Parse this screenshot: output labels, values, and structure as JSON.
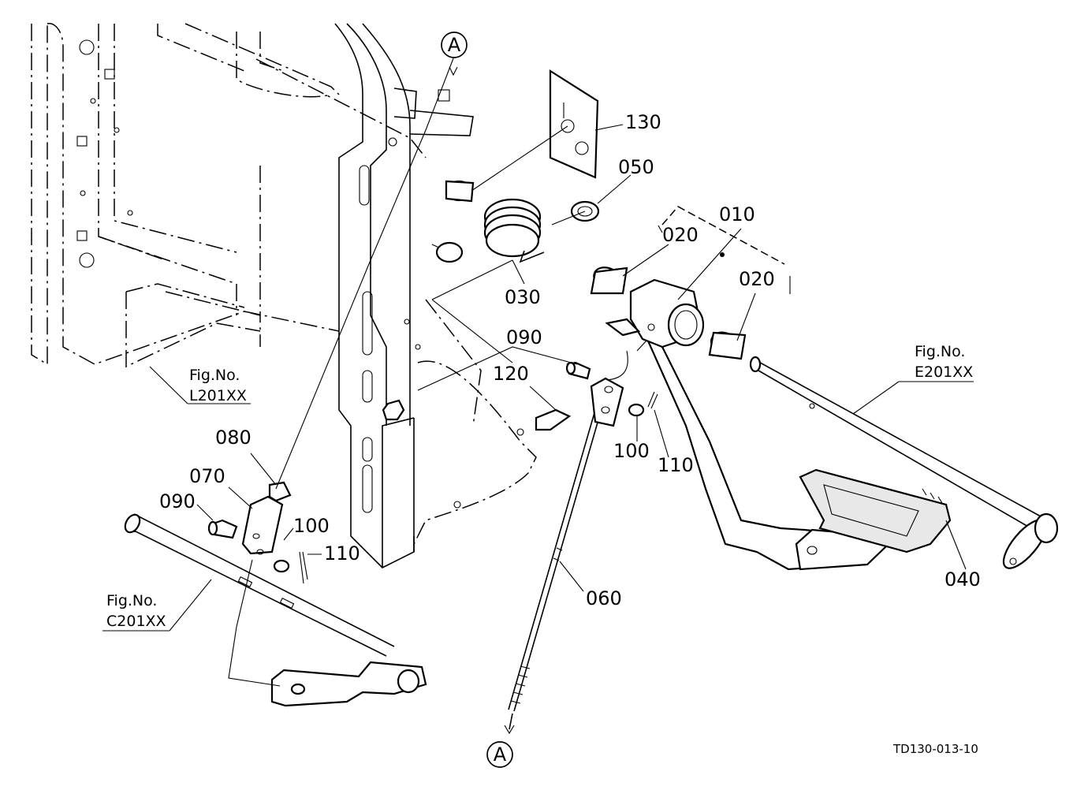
{
  "diagram": {
    "drawing_code": "TD130-013-10",
    "callout_a": "A",
    "part_labels": {
      "p010": "010",
      "p020_a": "020",
      "p020_b": "020",
      "p030": "030",
      "p040": "040",
      "p050": "050",
      "p060": "060",
      "p070": "070",
      "p080": "080",
      "p090_a": "090",
      "p090_b": "090",
      "p100_a": "100",
      "p100_b": "100",
      "p110_a": "110",
      "p110_b": "110",
      "p120": "120",
      "p130": "130"
    },
    "figure_refs": [
      {
        "title": "Fig.No.",
        "code": "L201XX"
      },
      {
        "title": "Fig.No.",
        "code": "E201XX"
      },
      {
        "title": "Fig.No.",
        "code": "C201XX"
      }
    ]
  }
}
